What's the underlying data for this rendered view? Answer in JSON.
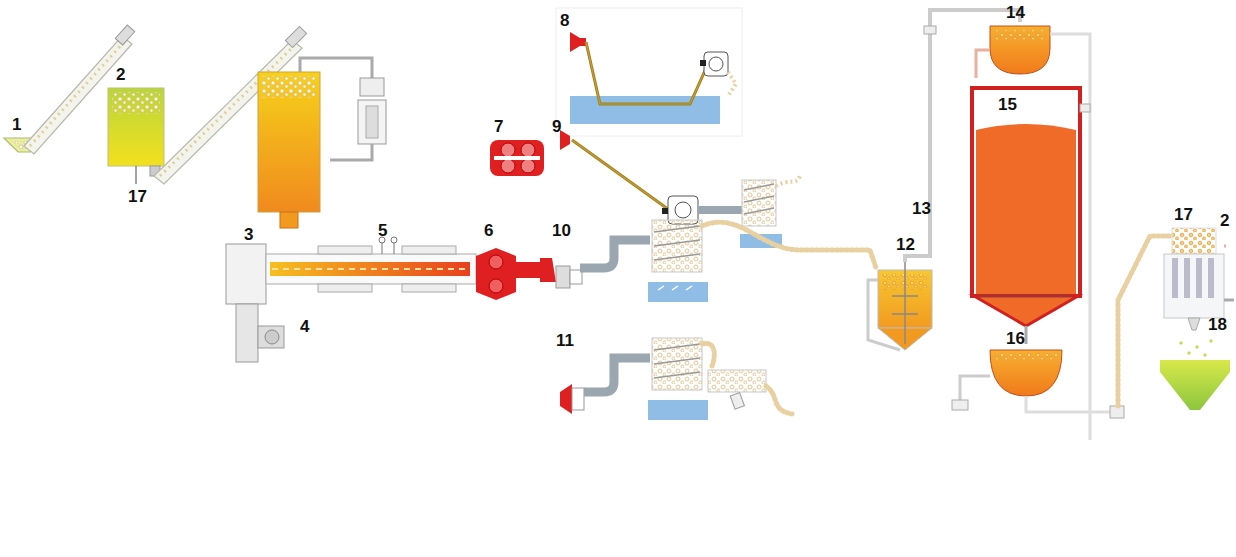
{
  "diagram": {
    "labels": [
      "1",
      "2",
      "17",
      "3",
      "4",
      "5",
      "6",
      "7",
      "8",
      "9",
      "10",
      "11",
      "12",
      "13",
      "14",
      "15",
      "16",
      "17",
      "2",
      "18"
    ]
  }
}
